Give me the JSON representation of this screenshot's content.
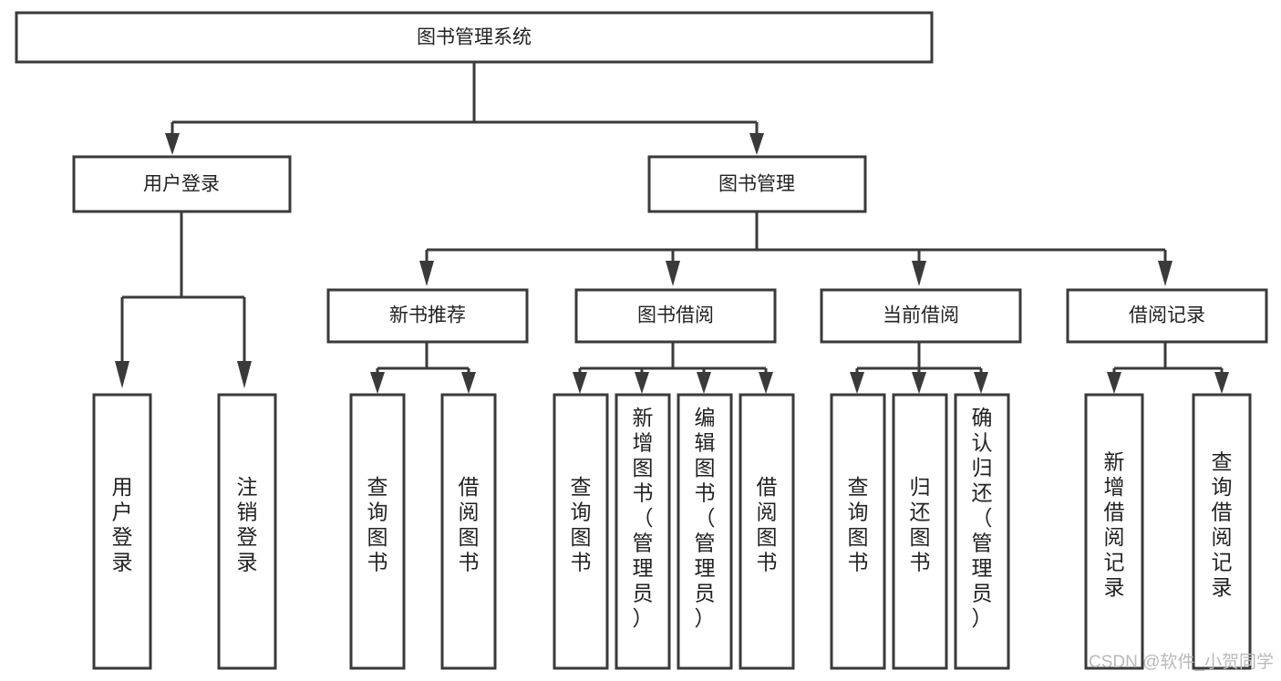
{
  "diagram": {
    "type": "tree-hierarchy",
    "title": "图书管理系统",
    "watermark": "CSDN @软件_小贺同学",
    "colors": {
      "box_stroke": "#3a3a3a",
      "box_fill": "#ffffff",
      "text": "#222222",
      "connector": "#3a3a3a",
      "background": "#ffffff",
      "watermark": "#b9b9b9"
    },
    "levels": {
      "root": {
        "label": "图书管理系统"
      },
      "level2": [
        {
          "label": "用户登录"
        },
        {
          "label": "图书管理"
        }
      ],
      "level3": [
        {
          "label": "新书推荐"
        },
        {
          "label": "图书借阅"
        },
        {
          "label": "当前借阅"
        },
        {
          "label": "借阅记录"
        }
      ],
      "leaves": [
        {
          "label": "用户登录",
          "parent": "用户登录"
        },
        {
          "label": "注销登录",
          "parent": "用户登录"
        },
        {
          "label": "查询图书",
          "parent": "新书推荐"
        },
        {
          "label": "借阅图书",
          "parent": "新书推荐"
        },
        {
          "label": "查询图书",
          "parent": "图书借阅"
        },
        {
          "label": "新增图书（管理员）",
          "parent": "图书借阅"
        },
        {
          "label": "编辑图书（管理员）",
          "parent": "图书借阅"
        },
        {
          "label": "借阅图书",
          "parent": "图书借阅"
        },
        {
          "label": "查询图书",
          "parent": "当前借阅"
        },
        {
          "label": "归还图书",
          "parent": "当前借阅"
        },
        {
          "label": "确认归还（管理员）",
          "parent": "当前借阅"
        },
        {
          "label": "新增借阅记录",
          "parent": "借阅记录"
        },
        {
          "label": "查询借阅记录",
          "parent": "借阅记录"
        }
      ]
    }
  }
}
